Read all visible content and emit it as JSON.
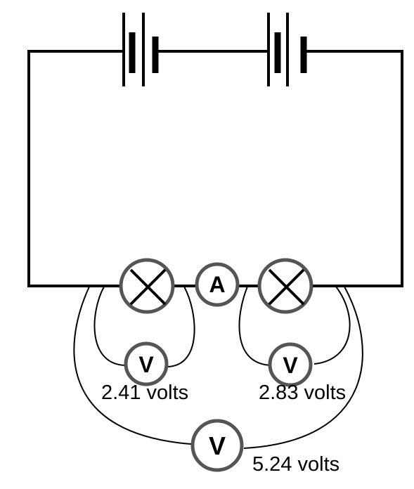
{
  "colors": {
    "wire": "#000000",
    "component_outline": "#555555",
    "background": "#ffffff"
  },
  "components": {
    "ammeter": {
      "symbol": "A",
      "icon": "ammeter-icon"
    },
    "lamp_left": {
      "icon": "lamp-icon"
    },
    "lamp_right": {
      "icon": "lamp-icon"
    },
    "battery_left": {
      "icon": "battery-cell-icon"
    },
    "battery_right": {
      "icon": "battery-cell-icon"
    },
    "voltmeter_left": {
      "symbol": "V",
      "reading": "2.41 volts",
      "icon": "voltmeter-icon"
    },
    "voltmeter_right": {
      "symbol": "V",
      "reading": "2.83 volts",
      "icon": "voltmeter-icon"
    },
    "voltmeter_total": {
      "symbol": "V",
      "reading": "5.24 volts",
      "icon": "voltmeter-icon"
    }
  }
}
